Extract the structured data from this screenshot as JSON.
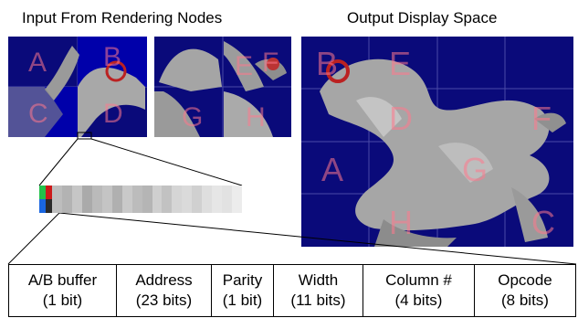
{
  "titles": {
    "input": "Input From Rendering Nodes",
    "output": "Output Display Space"
  },
  "tile_letters": {
    "tile1": [
      "A",
      "B",
      "C",
      "D"
    ],
    "tile2": [
      "E",
      "F",
      "G",
      "H"
    ],
    "output": [
      "B",
      "E",
      "D",
      "F",
      "A",
      "G",
      "H",
      "C"
    ]
  },
  "pixel_strip": {
    "swatch_colors": [
      "#22c24a",
      "#1a66e0",
      "#cc1a1a",
      "#2a2a2a"
    ],
    "gray_levels": [
      "#bdbdbd",
      "#b3b3b3",
      "#c6c6c6",
      "#aaaaaa",
      "#bababa",
      "#c4c4c4",
      "#b0b0b0",
      "#c9c9c9",
      "#bcbcbc",
      "#b5b5b5",
      "#cfcfcf",
      "#c2c2c2",
      "#d5d5d5",
      "#dadada",
      "#d0d0d0",
      "#dedede",
      "#e6e6e6",
      "#e2e2e2",
      "#ececec"
    ]
  },
  "colors": {
    "panel_bg": "#0a0a7a",
    "grid_line": "#4a4aa8",
    "letter": "#ff7890"
  },
  "bit_fields": [
    {
      "name": "A/B buffer",
      "bits": "(1 bit)"
    },
    {
      "name": "Address",
      "bits": "(23 bits)"
    },
    {
      "name": "Parity",
      "bits": "(1 bit)"
    },
    {
      "name": "Width",
      "bits": "(11 bits)"
    },
    {
      "name": "Column #",
      "bits": "(4 bits)"
    },
    {
      "name": "Opcode",
      "bits": "(8 bits)"
    }
  ]
}
